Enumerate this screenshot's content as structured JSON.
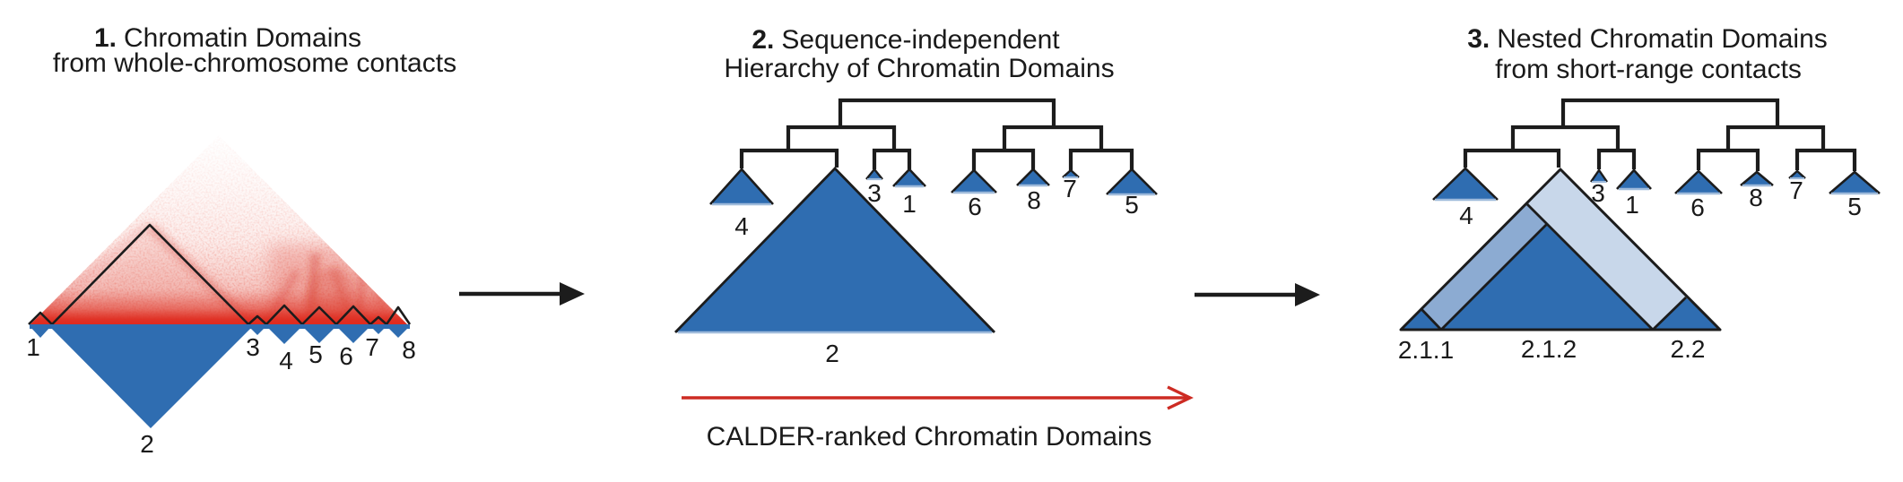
{
  "colors": {
    "dark_blue": "#2F6DB1",
    "medium_blue": "#8CABD2",
    "light_blue": "#C8D7EA",
    "leaf_base_blue": "#9FBBDB",
    "line_black": "#1C1C1C",
    "arrow_red": "#CD2B23",
    "heat_red": "#DF2A1E"
  },
  "panel1": {
    "title_number": "1.",
    "title_text": "Chromatin Domains",
    "title_line2": "from whole-chromosome contacts",
    "domain_labels": [
      "1",
      "2",
      "3",
      "4",
      "5",
      "6",
      "7",
      "8"
    ]
  },
  "panel2": {
    "title_number": "2.",
    "title_text": "Sequence-independent",
    "title_line2": "Hierarchy of Chromatin Domains",
    "leaf_labels": [
      "4",
      "3",
      "1",
      "6",
      "8",
      "7",
      "5"
    ],
    "main_domain_label": "2"
  },
  "panel3": {
    "title_number": "3.",
    "title_text": "Nested Chromatin Domains",
    "title_line2": "from short-range contacts",
    "leaf_labels": [
      "4",
      "3",
      "1",
      "6",
      "8",
      "7",
      "5"
    ],
    "nested_labels": [
      "2.1.1",
      "2.1.2",
      "2.2"
    ]
  },
  "flow": {
    "calder_caption": "CALDER-ranked Chromatin Domains"
  }
}
